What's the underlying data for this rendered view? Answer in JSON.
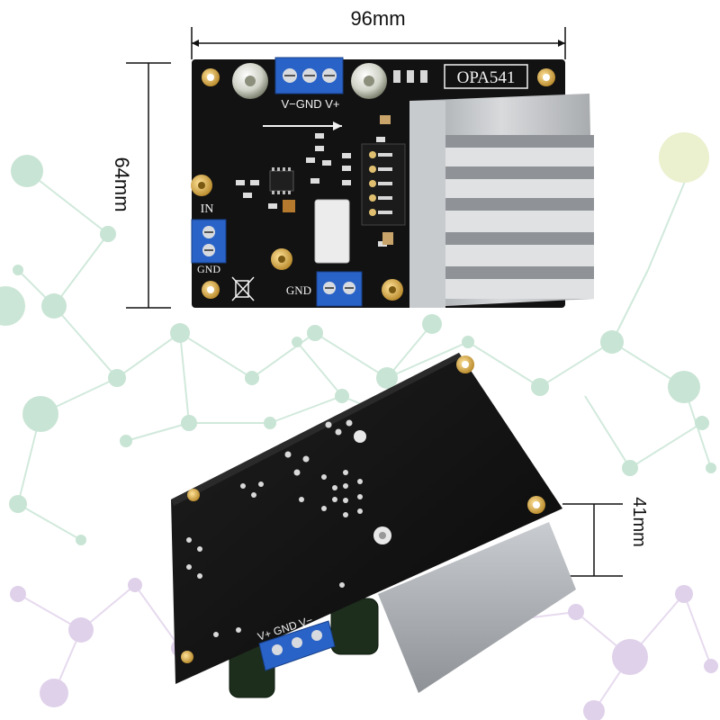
{
  "dimensions": {
    "width_label": "96mm",
    "height_label": "64mm",
    "depth_label": "41mm"
  },
  "board": {
    "chip_label": "OPA541",
    "power_label": "V−GND V+",
    "input_label": "IN",
    "input_ground_label": "GND",
    "output_ground_label": "GND",
    "bottom_power_label": "V+ GND V−"
  },
  "colors": {
    "pcb": "#121212",
    "terminal_blue": "#2a63c7",
    "heatsink": "#b9bcc0",
    "sma_gold": "#d9a63a",
    "network_green": "#b7dcc8",
    "network_purple": "#d9c8e6"
  }
}
